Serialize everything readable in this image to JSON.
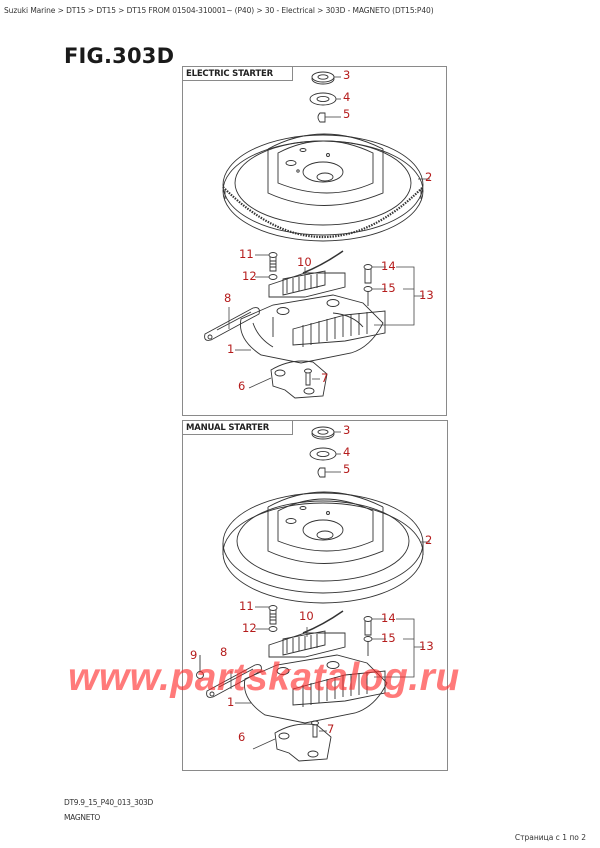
{
  "breadcrumb": [
    {
      "label": "Suzuki Marine"
    },
    {
      "label": "DT15"
    },
    {
      "label": "DT15"
    },
    {
      "label": "DT15 FROM 01504-310001~ (P40)"
    },
    {
      "label": "30 - Electrical"
    },
    {
      "label": "303D - MAGNETO (DT15:P40)"
    }
  ],
  "breadcrumb_separator": " > ",
  "figure": {
    "title": "FIG.303D"
  },
  "sections": [
    {
      "header": "ELECTRIC STARTER",
      "callouts": [
        {
          "number": "3",
          "part": "washer-top"
        },
        {
          "number": "4",
          "part": "washer"
        },
        {
          "number": "5",
          "part": "key"
        },
        {
          "number": "2",
          "part": "flywheel-with-ring-gear"
        },
        {
          "number": "11",
          "part": "screw"
        },
        {
          "number": "12",
          "part": "washer"
        },
        {
          "number": "10",
          "part": "coil"
        },
        {
          "number": "14",
          "part": "screw"
        },
        {
          "number": "15",
          "part": "washer"
        },
        {
          "number": "13",
          "part": "coil-set"
        },
        {
          "number": "8",
          "part": "link-rod"
        },
        {
          "number": "1",
          "part": "stator-base"
        },
        {
          "number": "6",
          "part": "plate"
        },
        {
          "number": "7",
          "part": "screw"
        }
      ]
    },
    {
      "header": "MANUAL STARTER",
      "callouts": [
        {
          "number": "3",
          "part": "washer-top"
        },
        {
          "number": "4",
          "part": "washer"
        },
        {
          "number": "5",
          "part": "key"
        },
        {
          "number": "2",
          "part": "flywheel"
        },
        {
          "number": "11",
          "part": "screw"
        },
        {
          "number": "10",
          "part": "coil"
        },
        {
          "number": "12",
          "part": "washer"
        },
        {
          "number": "14",
          "part": "screw"
        },
        {
          "number": "15",
          "part": "washer"
        },
        {
          "number": "13",
          "part": "coil-set"
        },
        {
          "number": "9",
          "part": "nut"
        },
        {
          "number": "8",
          "part": "link-rod"
        },
        {
          "number": "1",
          "part": "stator-base"
        },
        {
          "number": "6",
          "part": "plate"
        },
        {
          "number": "7",
          "part": "screw"
        }
      ]
    }
  ],
  "footer": {
    "code": "DT9.9_15_P40_013_303D",
    "title": "MAGNETO",
    "page_counter": "Страница с 1 по 2"
  },
  "watermark": "www.partskatalog.ru",
  "colors": {
    "callout": "#b51c1c",
    "frame": "#8a8a8a",
    "watermark": "#ff2828"
  }
}
